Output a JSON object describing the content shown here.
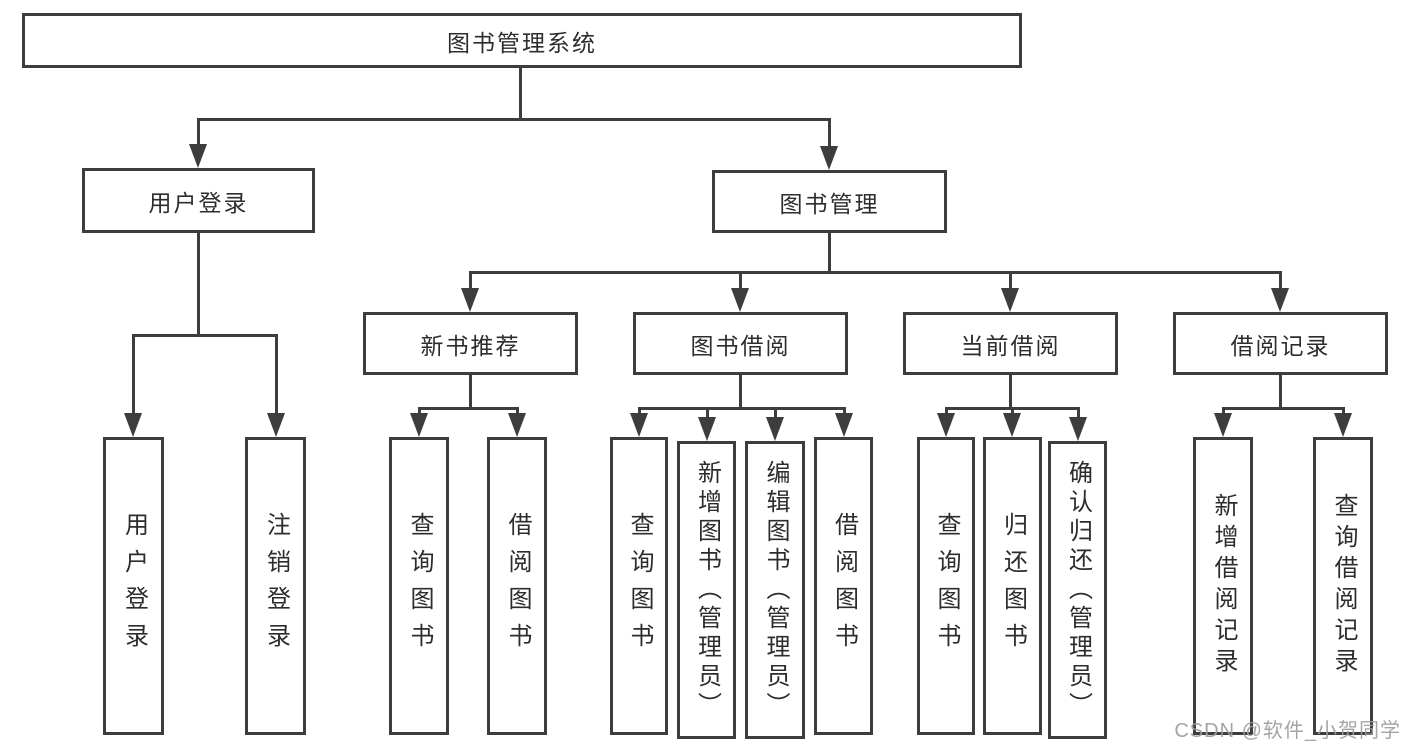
{
  "diagram": {
    "title": "图书管理系统",
    "colors": {
      "line": "#3d3d3d",
      "text": "#2d2d2d",
      "background": "#ffffff",
      "watermark": "#9e9b9b"
    },
    "tree": {
      "root": {
        "label": "图书管理系统"
      },
      "branches": [
        {
          "label": "用户登录",
          "children": [
            {
              "label": "用户登录"
            },
            {
              "label": "注销登录"
            }
          ]
        },
        {
          "label": "图书管理",
          "children": [
            {
              "label": "新书推荐",
              "children": [
                {
                  "label": "查询图书"
                },
                {
                  "label": "借阅图书"
                }
              ]
            },
            {
              "label": "图书借阅",
              "children": [
                {
                  "label": "查询图书"
                },
                {
                  "label": "新增图书（管理员）"
                },
                {
                  "label": "编辑图书（管理员）"
                },
                {
                  "label": "借阅图书"
                }
              ]
            },
            {
              "label": "当前借阅",
              "children": [
                {
                  "label": "查询图书"
                },
                {
                  "label": "归还图书"
                },
                {
                  "label": "确认归还（管理员）"
                }
              ]
            },
            {
              "label": "借阅记录",
              "children": [
                {
                  "label": "新增借阅记录"
                },
                {
                  "label": "查询借阅记录"
                }
              ]
            }
          ]
        }
      ]
    },
    "watermark": "CSDN @软件_小贺同学"
  }
}
